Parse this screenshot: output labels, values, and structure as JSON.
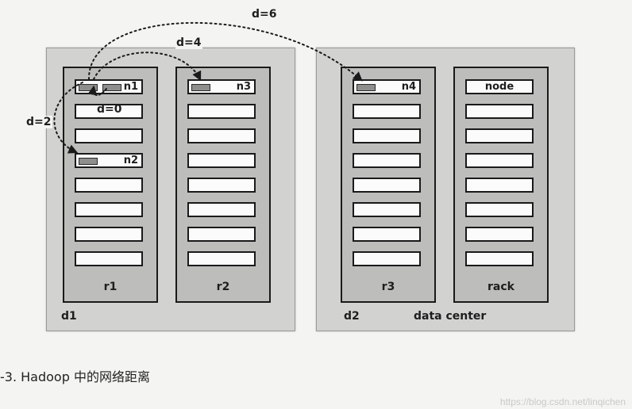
{
  "diagram": {
    "datacenters": [
      {
        "id": "dc1",
        "label": "d1",
        "racks": [
          {
            "id": "rack1",
            "label": "r1",
            "nodes": [
              {
                "label": "n1",
                "blocks": 2
              },
              {
                "label": "",
                "blocks": 0
              },
              {
                "label": "",
                "blocks": 0
              },
              {
                "label": "n2",
                "blocks": 1
              },
              {
                "label": "",
                "blocks": 0
              },
              {
                "label": "",
                "blocks": 0
              },
              {
                "label": "",
                "blocks": 0
              },
              {
                "label": "",
                "blocks": 0
              }
            ]
          },
          {
            "id": "rack2",
            "label": "r2",
            "nodes": [
              {
                "label": "n3",
                "blocks": 1
              },
              {
                "label": "",
                "blocks": 0
              },
              {
                "label": "",
                "blocks": 0
              },
              {
                "label": "",
                "blocks": 0
              },
              {
                "label": "",
                "blocks": 0
              },
              {
                "label": "",
                "blocks": 0
              },
              {
                "label": "",
                "blocks": 0
              },
              {
                "label": "",
                "blocks": 0
              }
            ]
          }
        ]
      },
      {
        "id": "dc2",
        "label": "d2",
        "caption": "data center",
        "racks": [
          {
            "id": "rack3",
            "label": "r3",
            "nodes": [
              {
                "label": "n4",
                "blocks": 1
              },
              {
                "label": "",
                "blocks": 0
              },
              {
                "label": "",
                "blocks": 0
              },
              {
                "label": "",
                "blocks": 0
              },
              {
                "label": "",
                "blocks": 0
              },
              {
                "label": "",
                "blocks": 0
              },
              {
                "label": "",
                "blocks": 0
              },
              {
                "label": "",
                "blocks": 0
              }
            ]
          },
          {
            "id": "rack4",
            "label": "rack",
            "nodes": [
              {
                "label": "node",
                "blocks": 0
              },
              {
                "label": "",
                "blocks": 0
              },
              {
                "label": "",
                "blocks": 0
              },
              {
                "label": "",
                "blocks": 0
              },
              {
                "label": "",
                "blocks": 0
              },
              {
                "label": "",
                "blocks": 0
              },
              {
                "label": "",
                "blocks": 0
              },
              {
                "label": "",
                "blocks": 0
              }
            ]
          }
        ]
      }
    ],
    "distances": {
      "same_node": "d=0",
      "same_rack": "d=2",
      "same_dc": "d=4",
      "cross_dc": "d=6"
    }
  },
  "caption": "-3. Hadoop 中的网络距离",
  "watermark": "https://blog.csdn.net/linqichen",
  "colors": {
    "background": "#f4f4f2",
    "datacenter_fill": "#d2d2d0",
    "rack_fill": "#bdbdbb",
    "node_fill": "#fbfbfb",
    "block_fill": "#8e8e8c",
    "stroke": "#1a1a1a"
  }
}
